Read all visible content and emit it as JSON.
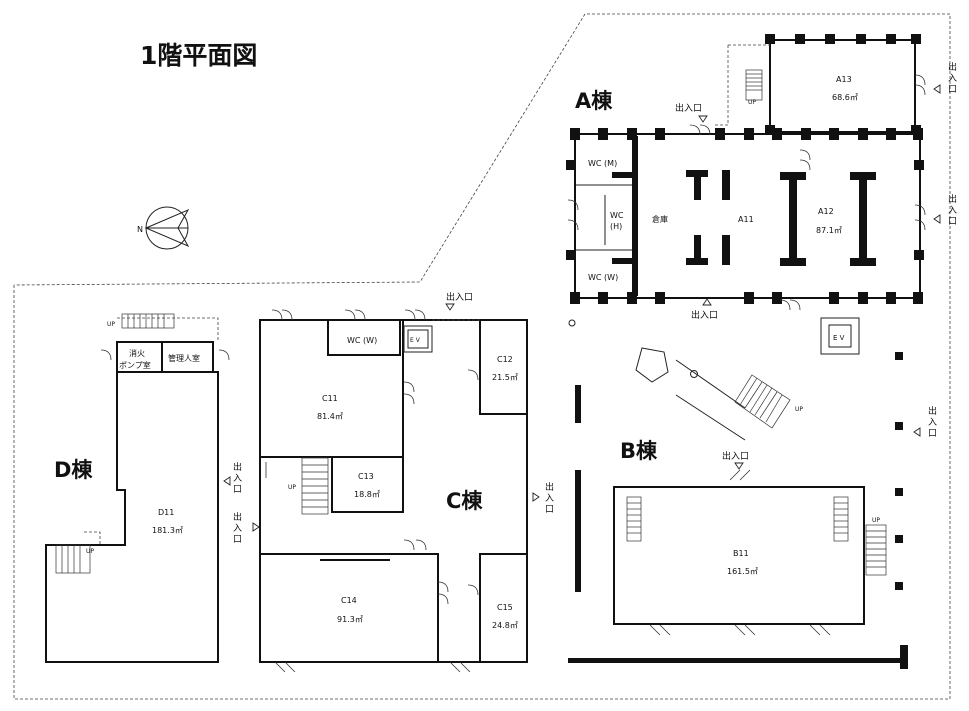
{
  "title": "1階平面図",
  "compass": {
    "label": "N"
  },
  "entrance": "出入口",
  "buildings": {
    "A": {
      "label": "A棟",
      "rooms": {
        "wc_m": "WC (M)",
        "wc_h_1": "WC",
        "wc_h_2": "(H)",
        "wc_w": "WC (W)",
        "storage": "倉庫",
        "a11": "A11",
        "a12": "A12",
        "a12_area": "87.1㎡",
        "a13": "A13",
        "a13_area": "68.6㎡"
      },
      "ev": "E V"
    },
    "B": {
      "label": "B棟",
      "rooms": {
        "b11": "B11",
        "b11_area": "161.5㎡"
      }
    },
    "C": {
      "label": "C棟",
      "rooms": {
        "wc_w": "WC (W)",
        "ev": "E V",
        "c11": "C11",
        "c11_area": "81.4㎡",
        "c12": "C12",
        "c12_area": "21.5㎡",
        "c13": "C13",
        "c13_area": "18.8㎡",
        "c14": "C14",
        "c14_area": "91.3㎡",
        "c15": "C15",
        "c15_area": "24.8㎡"
      }
    },
    "D": {
      "label": "D棟",
      "rooms": {
        "pump_1": "消火",
        "pump_2": "ポンプ室",
        "manager": "管理人室",
        "d11": "D11",
        "d11_area": "181.3㎡"
      }
    }
  },
  "up": "UP"
}
